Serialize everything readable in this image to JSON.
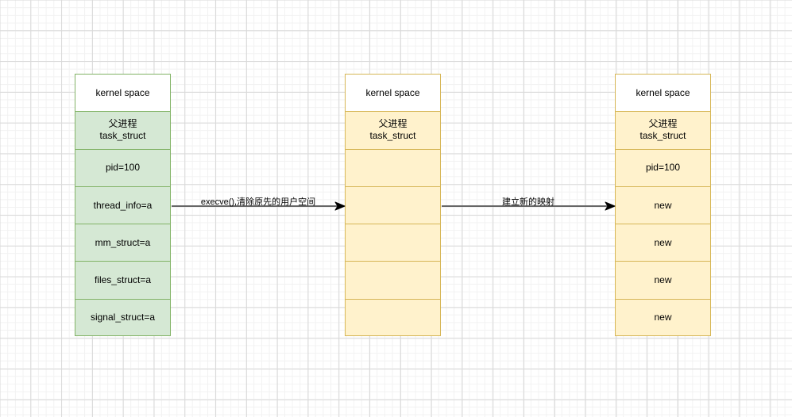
{
  "diagram": {
    "title": "execve process address space diagram",
    "colors": {
      "green_fill": "#d5e8d4",
      "green_stroke": "#82b366",
      "yellow_fill": "#fff2cc",
      "yellow_stroke": "#d6b656",
      "arrow_stroke": "#666666",
      "grid_major": "#d9d9d9",
      "grid_minor": "#f2f2f2"
    },
    "columns": [
      {
        "id": "parent-before",
        "style": "green",
        "rows": [
          {
            "label": "kernel space",
            "kind": "header"
          },
          {
            "label": "父进程\ntask_struct",
            "kind": "body"
          },
          {
            "label": "pid=100",
            "kind": "body"
          },
          {
            "label": "thread_info=a",
            "kind": "body"
          },
          {
            "label": "mm_struct=a",
            "kind": "body"
          },
          {
            "label": "files_struct=a",
            "kind": "body"
          },
          {
            "label": "signal_struct=a",
            "kind": "body"
          }
        ]
      },
      {
        "id": "after-execve-cleared",
        "style": "yellow",
        "rows": [
          {
            "label": "kernel space",
            "kind": "header"
          },
          {
            "label": "父进程\ntask_struct",
            "kind": "body"
          },
          {
            "label": "",
            "kind": "body"
          },
          {
            "label": "",
            "kind": "body"
          },
          {
            "label": "",
            "kind": "body"
          },
          {
            "label": "",
            "kind": "body"
          },
          {
            "label": "",
            "kind": "body"
          }
        ]
      },
      {
        "id": "after-new-mapping",
        "style": "yellow",
        "rows": [
          {
            "label": "kernel space",
            "kind": "header"
          },
          {
            "label": "父进程\ntask_struct",
            "kind": "body"
          },
          {
            "label": "pid=100",
            "kind": "body"
          },
          {
            "label": "new",
            "kind": "body"
          },
          {
            "label": "new",
            "kind": "body"
          },
          {
            "label": "new",
            "kind": "body"
          },
          {
            "label": "new",
            "kind": "body"
          }
        ]
      }
    ],
    "connectors": [
      {
        "id": "arrow-execve",
        "label": "execve(),清除原先的用户空间"
      },
      {
        "id": "arrow-new-mapping",
        "label": "建立新的映射"
      }
    ]
  }
}
